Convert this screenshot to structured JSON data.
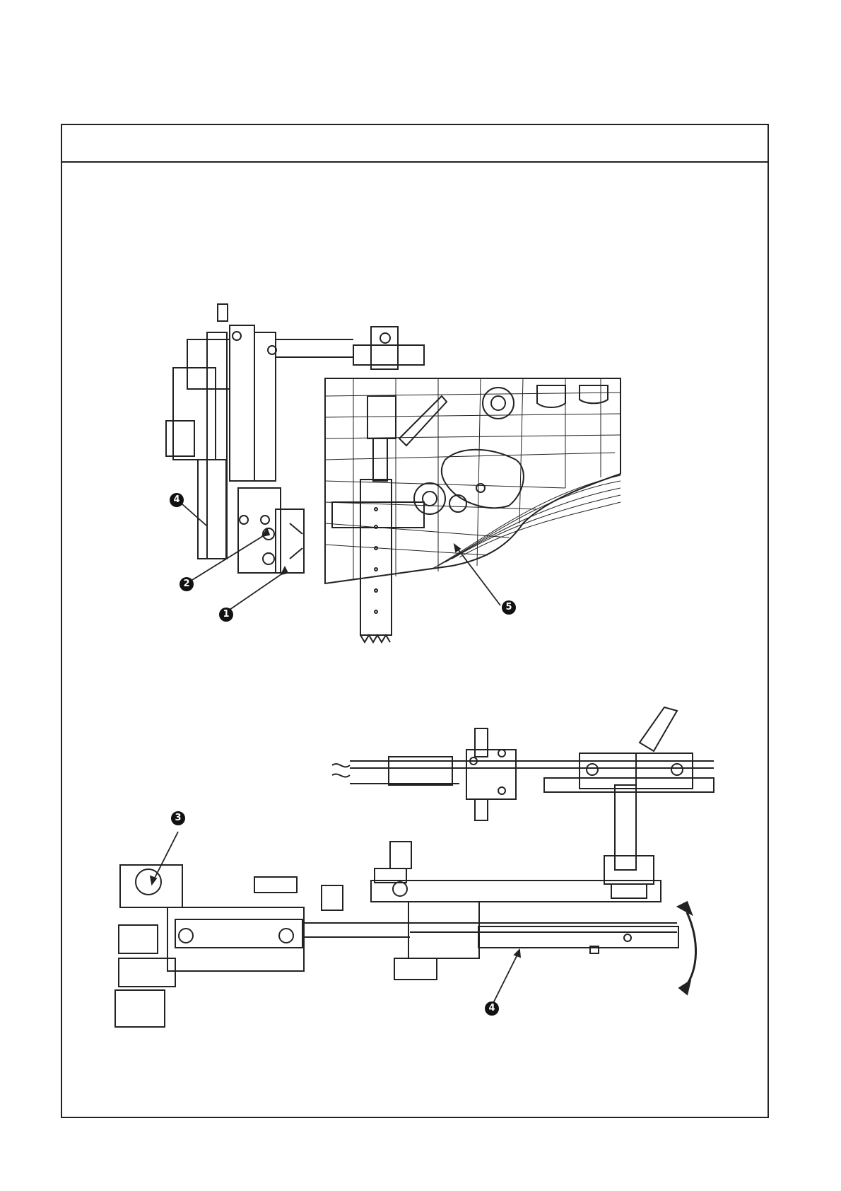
{
  "document": {
    "header_text": "",
    "figures": [
      {
        "id": "top-figure",
        "callouts": [
          "4",
          "2",
          "1",
          "5"
        ]
      },
      {
        "id": "bottom-figure",
        "callouts": [
          "3",
          "4"
        ]
      }
    ]
  },
  "colors": {
    "line": "#222222",
    "callout_fill": "#111111",
    "callout_text": "#ffffff"
  }
}
